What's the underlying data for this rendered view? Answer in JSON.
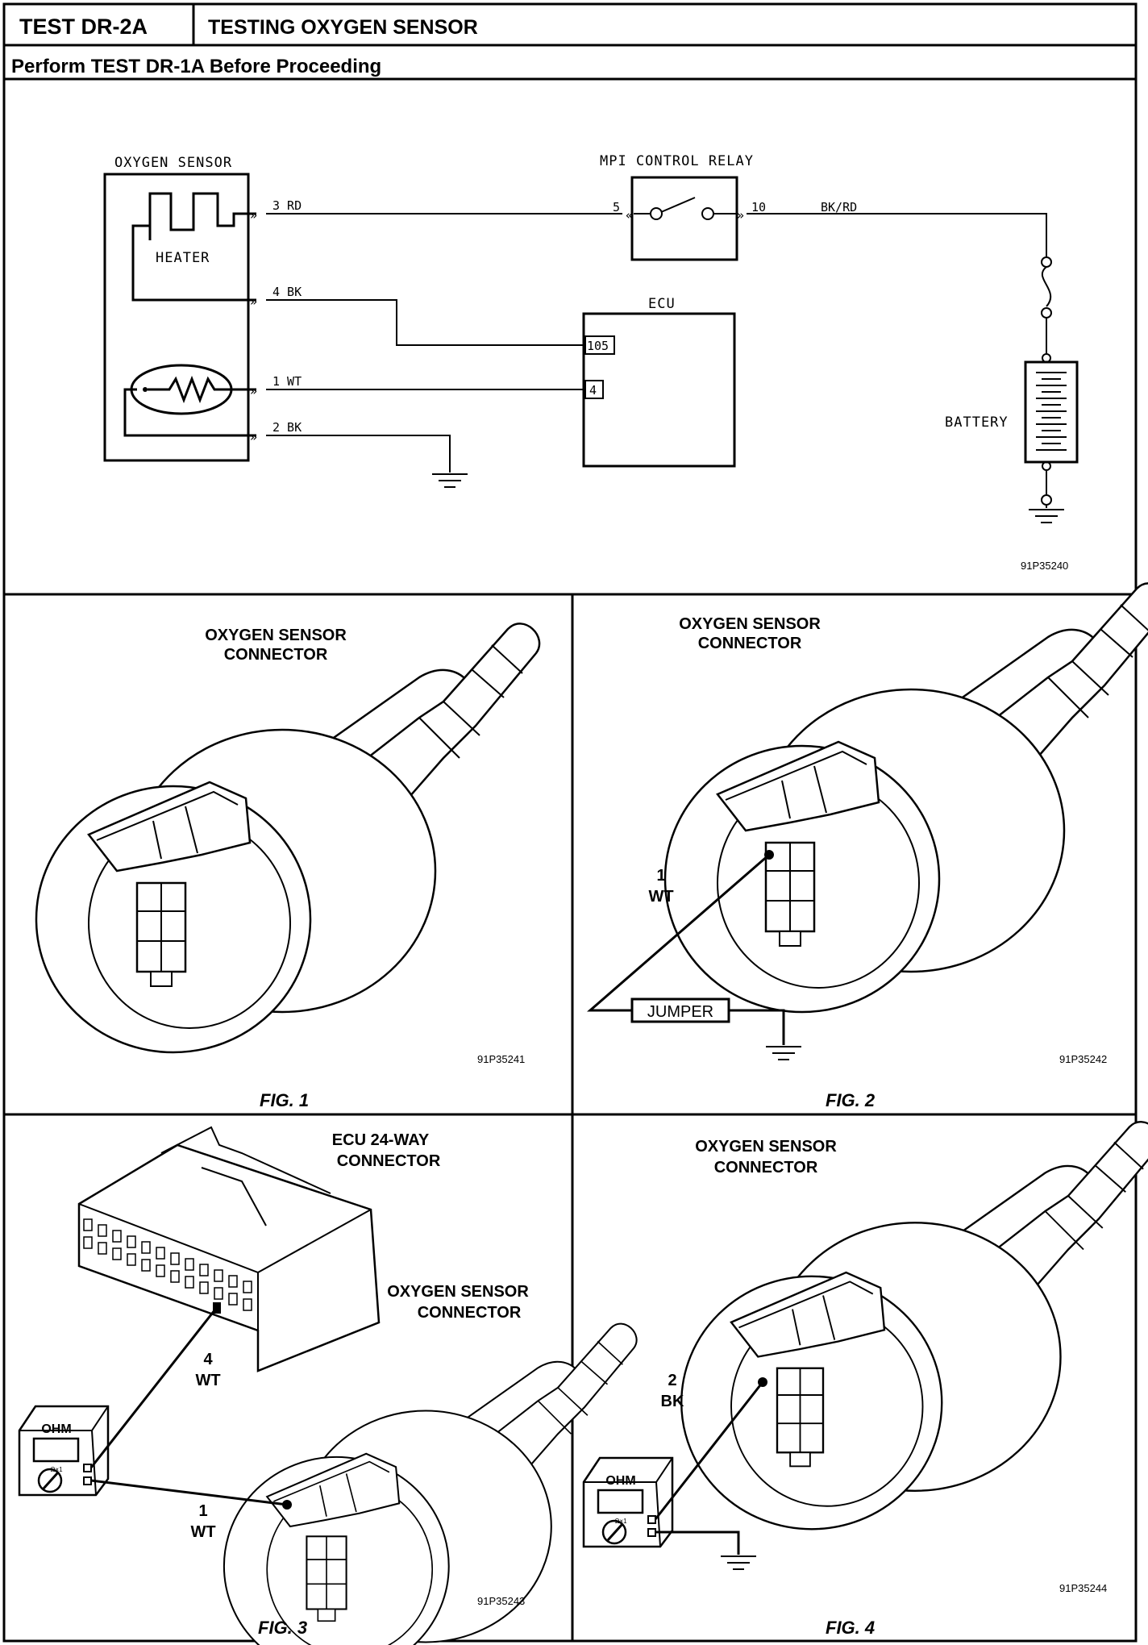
{
  "header": {
    "test_id": "TEST DR-2A",
    "test_title": "TESTING OXYGEN SENSOR",
    "subtitle": "Perform TEST DR-1A Before Proceeding"
  },
  "schematic": {
    "oxygen_sensor_label": "OXYGEN SENSOR",
    "heater_label": "HEATER",
    "relay_label": "MPI CONTROL RELAY",
    "ecu_label": "ECU",
    "battery_label": "BATTERY",
    "relay_pin_in": "5",
    "relay_pin_out": "10",
    "wire_out": "BK/RD",
    "wires": [
      "3 RD",
      "4 BK",
      "1 WT",
      "2 BK"
    ],
    "ecu_pins": [
      "105",
      "4"
    ],
    "code": "91P35240"
  },
  "fig1": {
    "label_line1": "OXYGEN SENSOR",
    "label_line2": "CONNECTOR",
    "code": "91P35241",
    "caption": "FIG. 1"
  },
  "fig2": {
    "label_line1": "OXYGEN SENSOR",
    "label_line2": "CONNECTOR",
    "pin": "1",
    "wire": "WT",
    "jumper": "JUMPER",
    "code": "91P35242",
    "caption": "FIG. 2"
  },
  "fig3": {
    "ecu_line1": "ECU 24-WAY",
    "ecu_line2": "CONNECTOR",
    "label_line1": "OXYGEN SENSOR",
    "label_line2": "CONNECTOR",
    "ecu_pin": "4",
    "ecu_wire": "WT",
    "pin": "1",
    "wire": "WT",
    "meter": "OHM",
    "meter_scale": "Ω×1",
    "code": "91P35243",
    "caption": "FIG. 3"
  },
  "fig4": {
    "label_line1": "OXYGEN SENSOR",
    "label_line2": "CONNECTOR",
    "pin": "2",
    "wire": "BK",
    "meter": "OHM",
    "meter_scale": "Ω×1",
    "code": "91P35244",
    "caption": "FIG. 4"
  }
}
